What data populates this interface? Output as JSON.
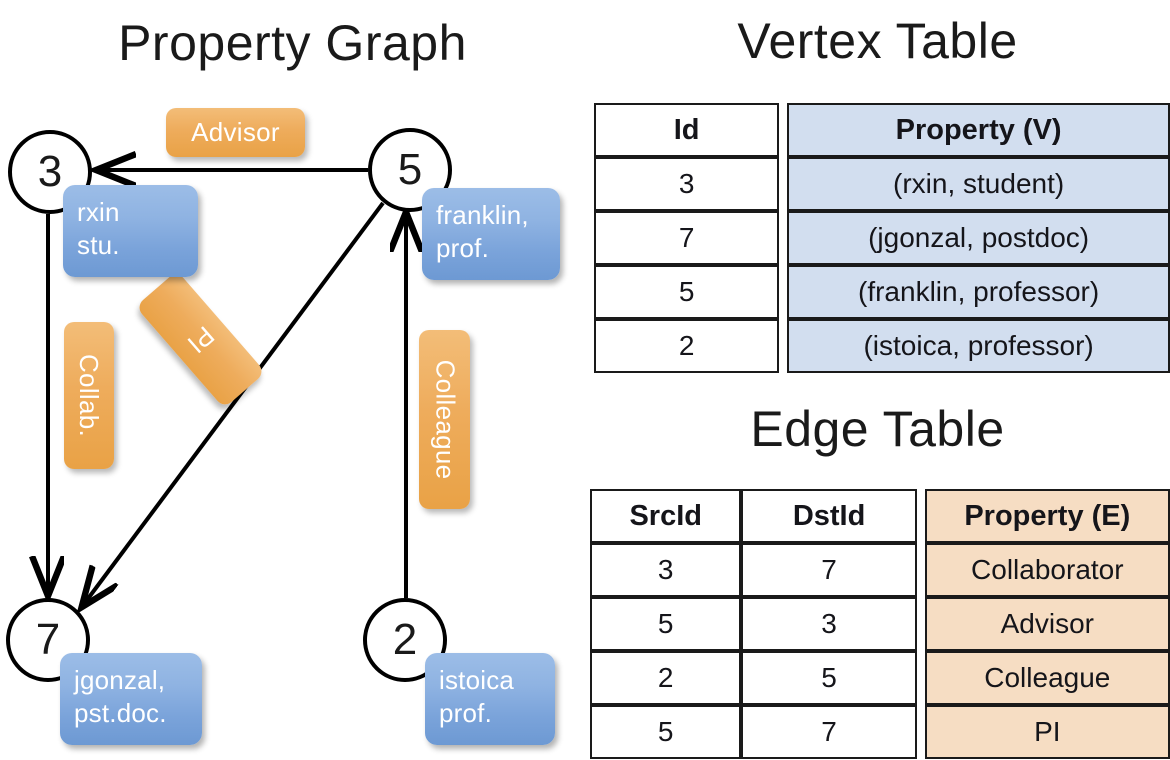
{
  "titles": {
    "property_graph": "Property Graph",
    "vertex_table": "Vertex Table",
    "edge_table": "Edge Table"
  },
  "graph": {
    "nodes": [
      {
        "id": "3",
        "property_label": "rxin\nstu."
      },
      {
        "id": "5",
        "property_label": "franklin,\nprof."
      },
      {
        "id": "7",
        "property_label": "jgonzal,\npst.doc."
      },
      {
        "id": "2",
        "property_label": "istoica\nprof."
      }
    ],
    "node_labels": {
      "n3": "3",
      "n5": "5",
      "n7": "7",
      "n2": "2"
    },
    "property_boxes": {
      "rxin_line1": "rxin",
      "rxin_line2": "stu.",
      "franklin_line1": "franklin,",
      "franklin_line2": "prof.",
      "jgonzal_line1": "jgonzal,",
      "jgonzal_line2": "pst.doc.",
      "istoica_line1": "istoica",
      "istoica_line2": "prof."
    },
    "edge_labels": {
      "advisor": "Advisor",
      "collab": "Collab.",
      "pi": "PI",
      "colleague": "Colleague"
    },
    "edges": [
      {
        "src": "5",
        "dst": "3",
        "label": "Advisor"
      },
      {
        "src": "3",
        "dst": "7",
        "label": "Collab."
      },
      {
        "src": "5",
        "dst": "7",
        "label": "PI"
      },
      {
        "src": "2",
        "dst": "5",
        "label": "Colleague"
      }
    ]
  },
  "vertex_table": {
    "headers": [
      "Id",
      "Property (V)"
    ],
    "rows": [
      {
        "id": "3",
        "property": "(rxin, student)"
      },
      {
        "id": "7",
        "property": "(jgonzal, postdoc)"
      },
      {
        "id": "5",
        "property": "(franklin, professor)"
      },
      {
        "id": "2",
        "property": "(istoica, professor)"
      }
    ]
  },
  "edge_table": {
    "headers": [
      "SrcId",
      "DstId",
      "Property (E)"
    ],
    "rows": [
      {
        "src": "3",
        "dst": "7",
        "property": "Collaborator"
      },
      {
        "src": "5",
        "dst": "3",
        "property": "Advisor"
      },
      {
        "src": "2",
        "dst": "5",
        "property": "Colleague"
      },
      {
        "src": "5",
        "dst": "7",
        "property": "PI"
      }
    ]
  },
  "colors": {
    "vertex_shade": "#d2deef",
    "edge_shade": "#f6ddc3",
    "node_box_blue": "#8fb3e2",
    "edge_label_orange": "#eeac5c",
    "stroke": "#1a1a1a"
  }
}
